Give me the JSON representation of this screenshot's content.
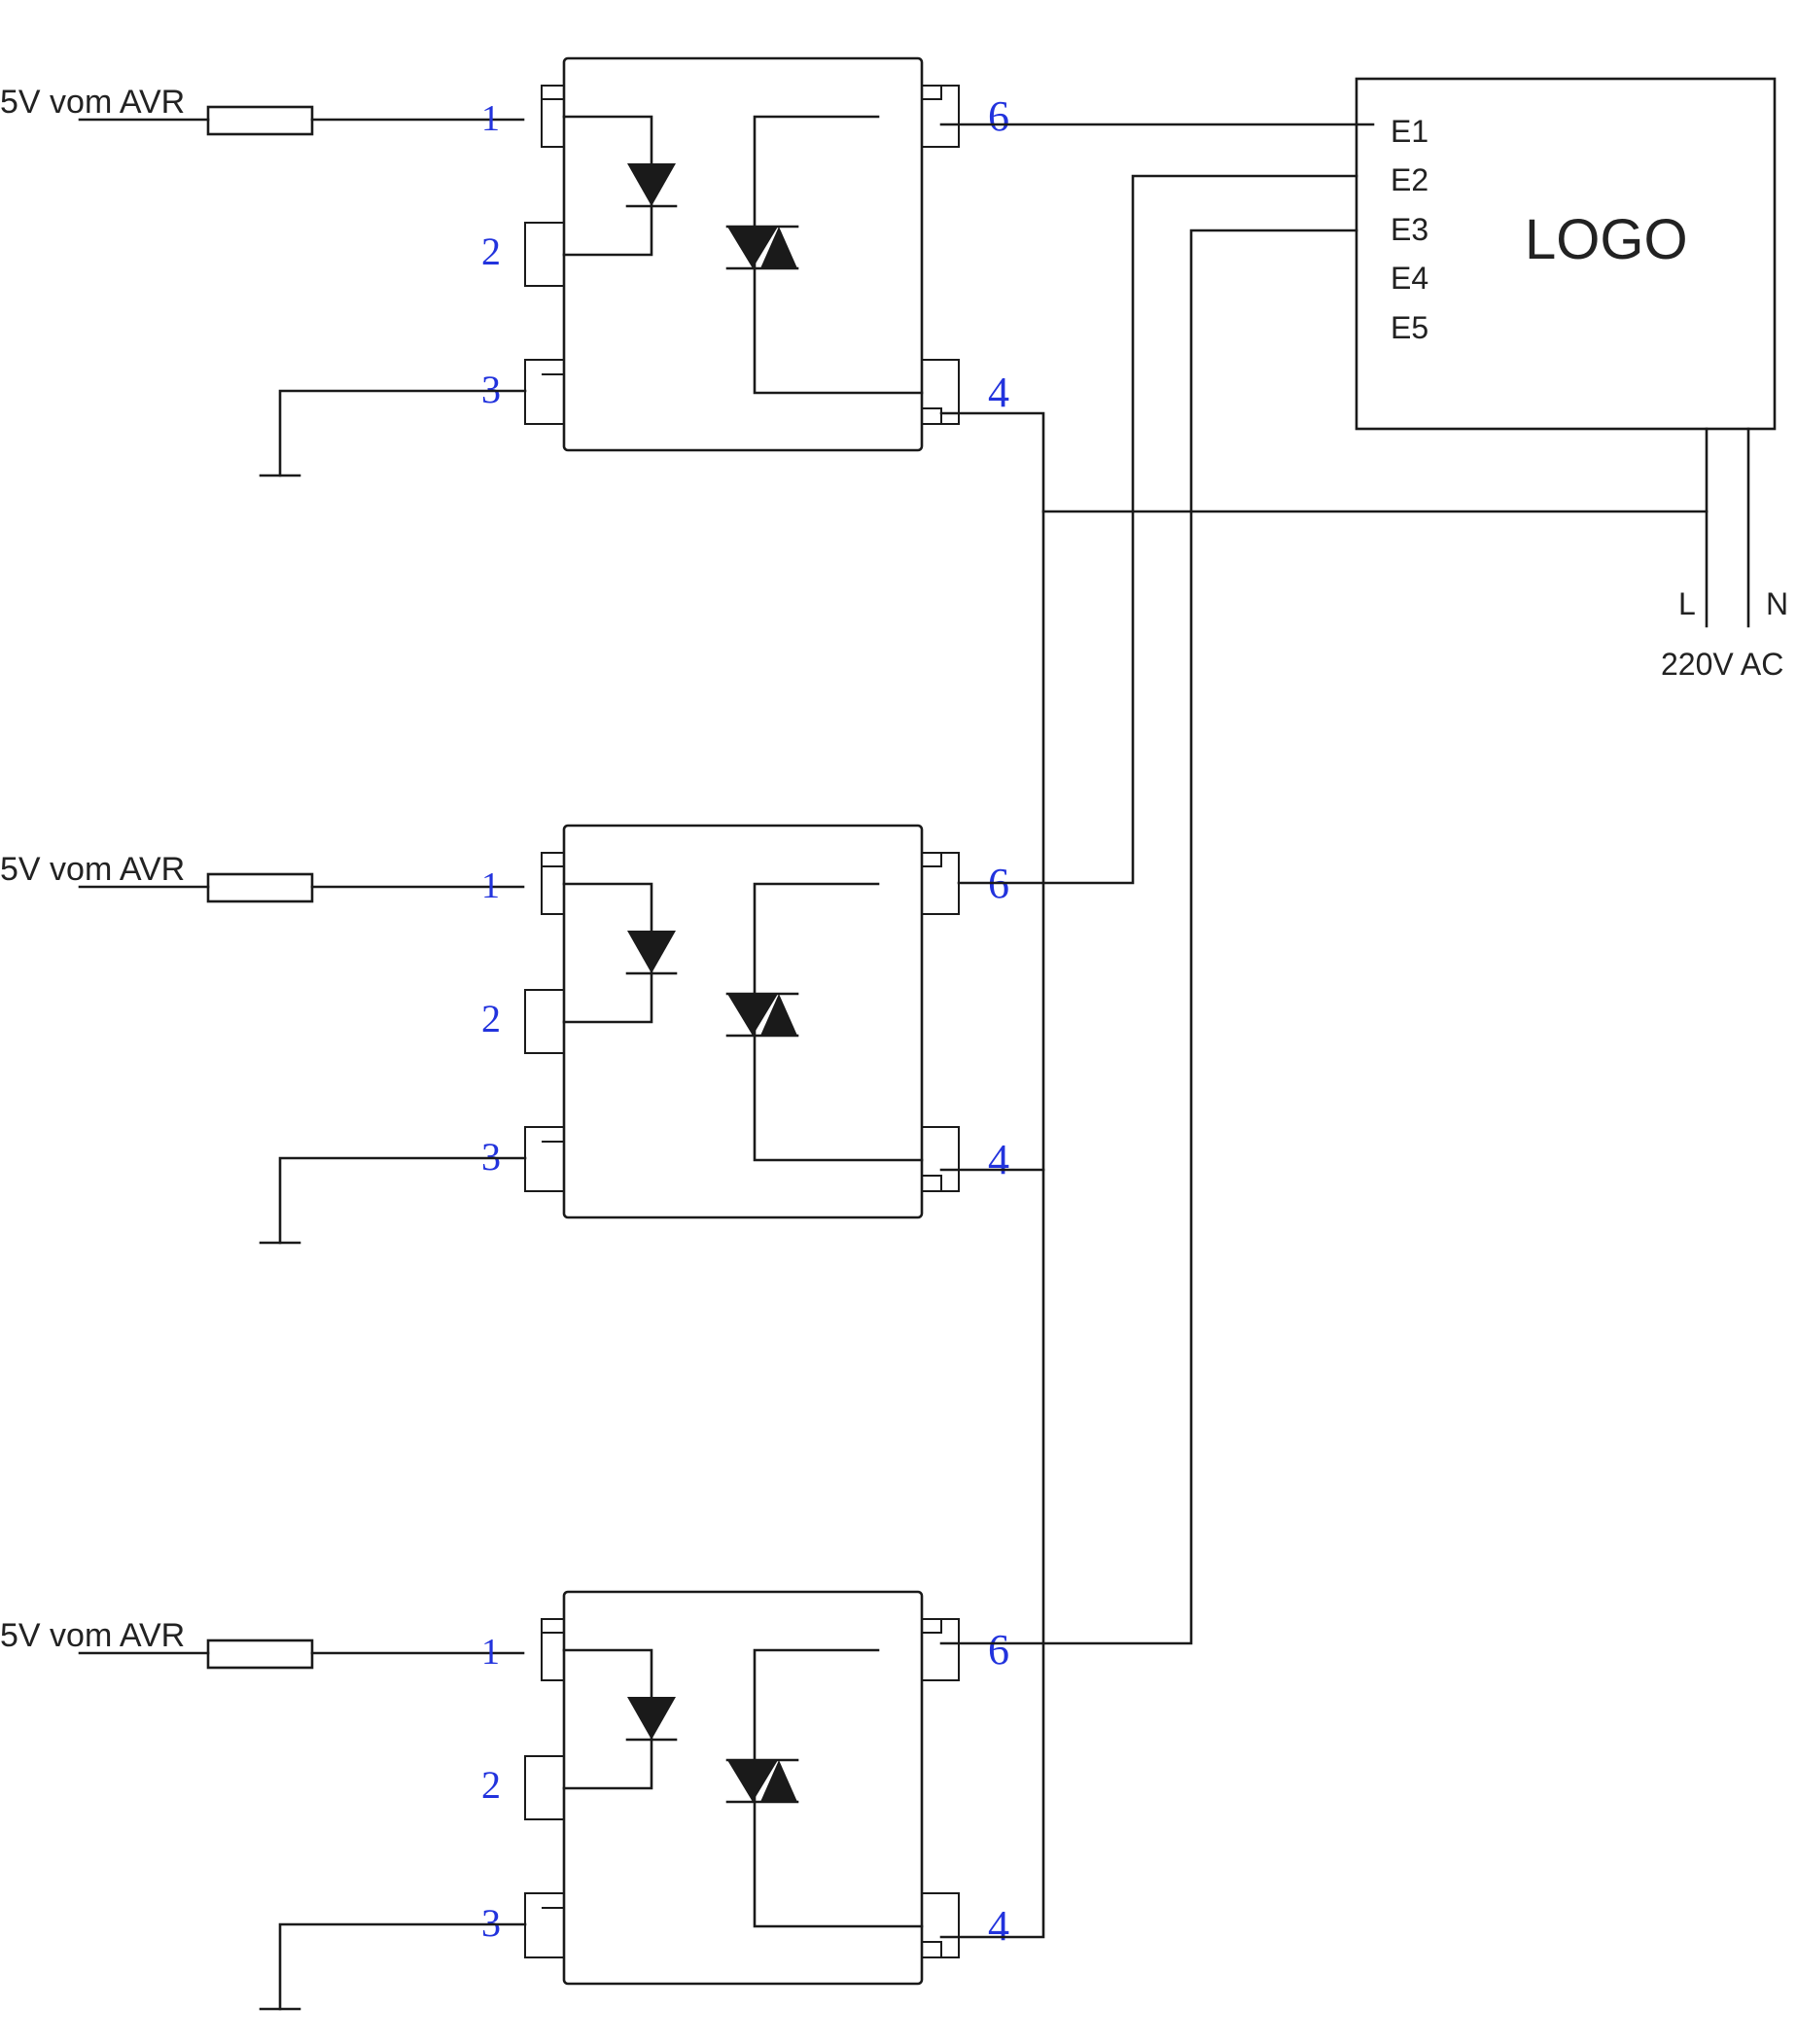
{
  "input_label": "5V vom AVR",
  "optocouplers": [
    {
      "pins": {
        "p1": "1",
        "p2": "2",
        "p3": "3",
        "p4": "4",
        "p6": "6"
      }
    },
    {
      "pins": {
        "p1": "1",
        "p2": "2",
        "p3": "3",
        "p4": "4",
        "p6": "6"
      }
    },
    {
      "pins": {
        "p1": "1",
        "p2": "2",
        "p3": "3",
        "p4": "4",
        "p6": "6"
      }
    }
  ],
  "logo": {
    "title": "LOGO",
    "inputs": [
      "E1",
      "E2",
      "E3",
      "E4",
      "E5"
    ]
  },
  "power": {
    "line_label": "L",
    "neutral_label": "N",
    "supply_label": "220V AC"
  },
  "colors": {
    "wire": "#1a1a1a",
    "pin_number": "#2233dd",
    "label": "#222222"
  }
}
